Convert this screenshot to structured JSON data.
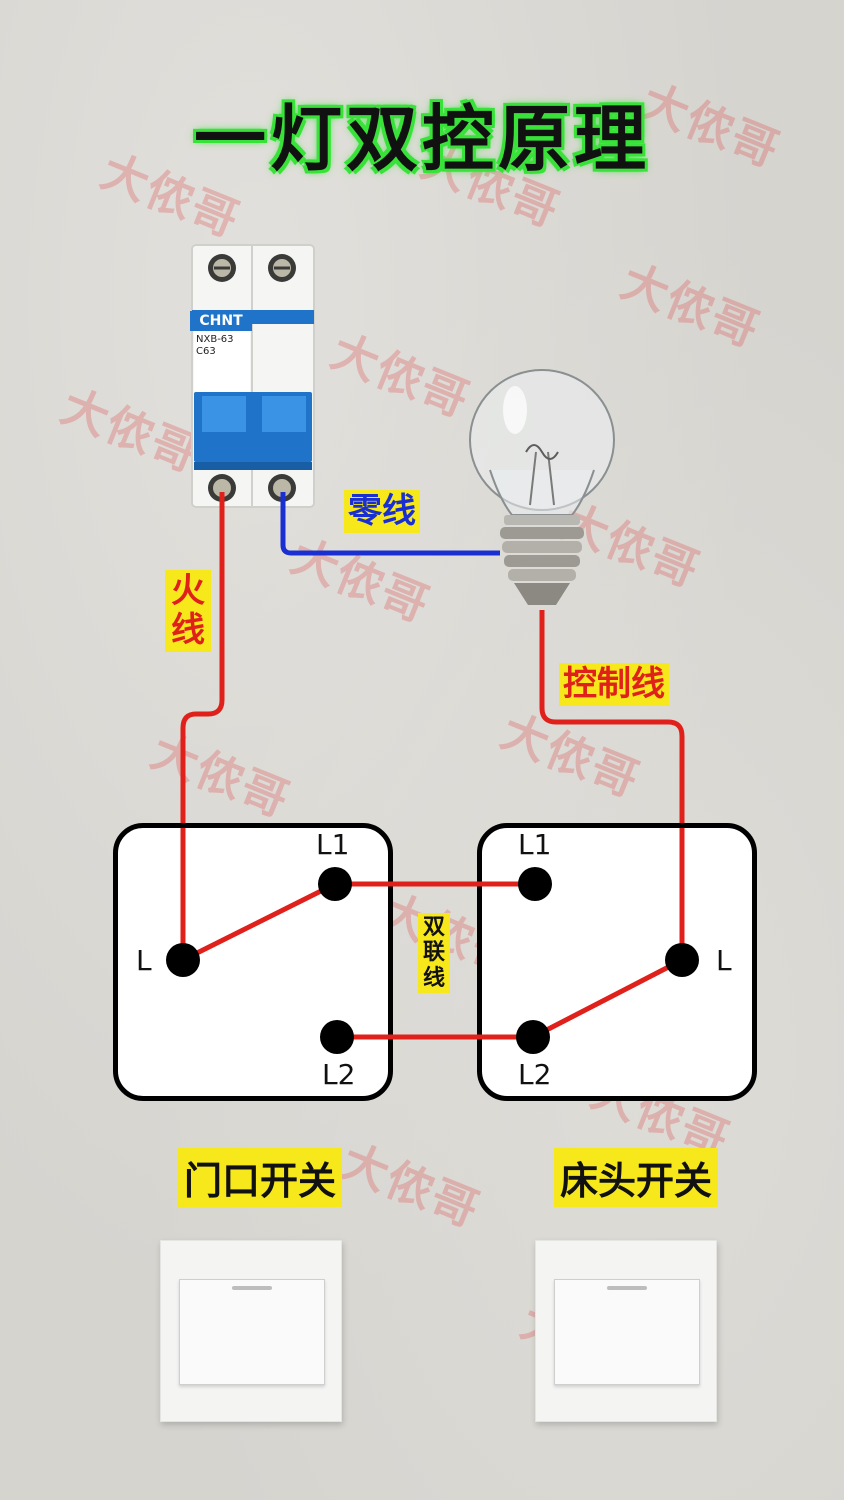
{
  "title": "一灯双控原理",
  "labels": {
    "neutral": "零线",
    "live": "火线",
    "control": "控制线",
    "link": "双联线"
  },
  "breaker": {
    "brand": "CHNT",
    "model": "NXB-63",
    "rating": "C63"
  },
  "left_switch": {
    "caption": "门口开关",
    "terminals": {
      "L1": "L1",
      "L": "L",
      "L2": "L2"
    }
  },
  "right_switch": {
    "caption": "床头开关",
    "terminals": {
      "L1": "L1",
      "L": "L",
      "L2": "L2"
    }
  },
  "watermark": "大侬哥",
  "colors": {
    "live_wire": "#e0211b",
    "neutral_wire": "#1a2fd1",
    "highlight": "#f7e81c",
    "title_glow": "#39e23a"
  }
}
